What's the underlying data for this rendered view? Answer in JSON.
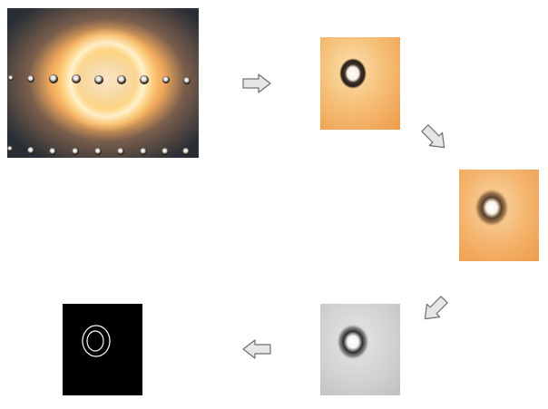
{
  "diagram": {
    "steps": [
      {
        "id": "original",
        "icon": "ring-light-photo"
      },
      {
        "id": "crop",
        "icon": "cropped-bead-photo"
      },
      {
        "id": "smooth",
        "icon": "blurred-bead-photo"
      },
      {
        "id": "grayscale",
        "icon": "grayscale-bead-image"
      },
      {
        "id": "edges",
        "icon": "edge-contour-image"
      }
    ],
    "arrows": [
      {
        "direction": "right"
      },
      {
        "direction": "down-right"
      },
      {
        "direction": "down-left"
      },
      {
        "direction": "left"
      }
    ],
    "colors": {
      "background": "#ffffff",
      "arrow_fill": "#e6e6e6",
      "arrow_stroke": "#6f6f6f",
      "orange_tile": "#f2a95c",
      "gray_tile": "#cfcfcf",
      "edge_bg": "#000000",
      "edge_line": "#ffffff"
    }
  }
}
